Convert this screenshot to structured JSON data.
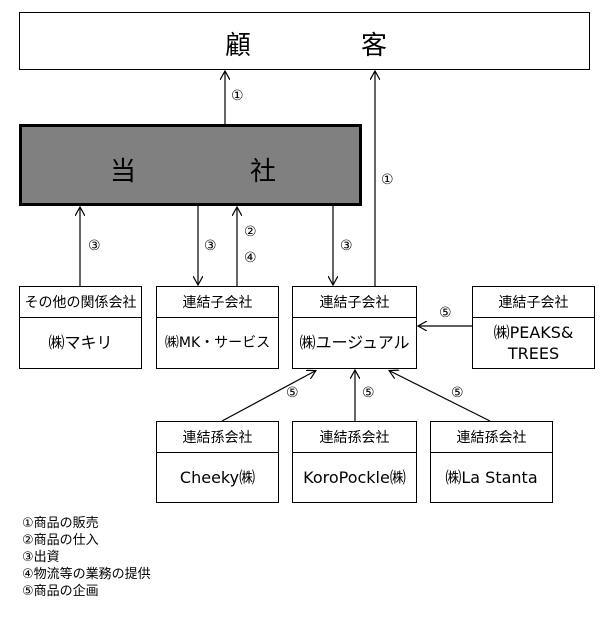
{
  "customer": {
    "left": "顧",
    "right": "客"
  },
  "company": {
    "left": "当",
    "right": "社"
  },
  "circled": {
    "1": "①",
    "2": "②",
    "3": "③",
    "4": "④",
    "5": "⑤"
  },
  "boxes": {
    "makiri": {
      "header": "その他の関係会社",
      "name": "㈱マキリ"
    },
    "mk_service": {
      "header": "連結子会社",
      "name": "㈱MK・サービス"
    },
    "usual": {
      "header": "連結子会社",
      "name": "㈱ユージュアル"
    },
    "peaks": {
      "header": "連結子会社",
      "name_line1": "㈱PEAKS&",
      "name_line2": "TREES"
    },
    "cheeky": {
      "header": "連結孫会社",
      "name": "Cheeky㈱"
    },
    "koropockle": {
      "header": "連結孫会社",
      "name": "KoroPockle㈱"
    },
    "lastanta": {
      "header": "連結孫会社",
      "name": "㈱La Stanta"
    }
  },
  "legend": [
    "①商品の販売",
    "②商品の仕入",
    "③出資",
    "④物流等の業務の提供",
    "⑤商品の企画"
  ]
}
